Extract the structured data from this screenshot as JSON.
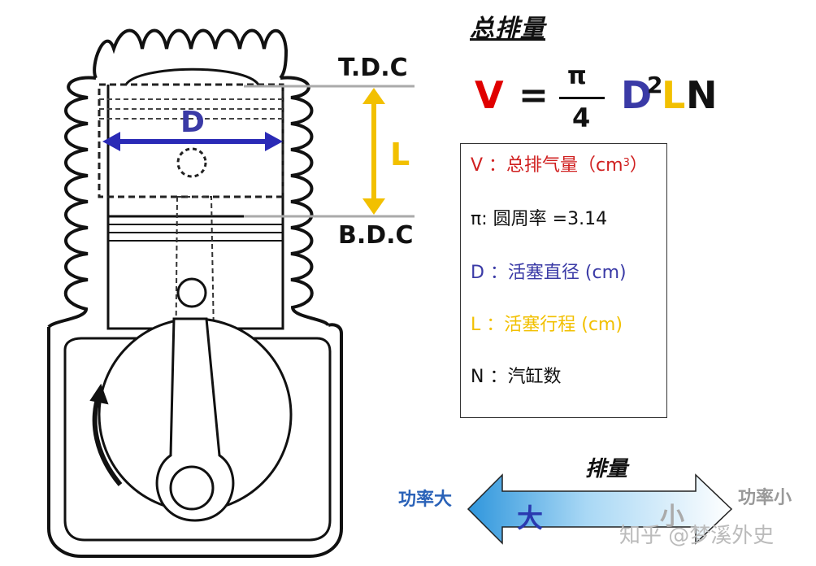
{
  "title": "总排量",
  "labels": {
    "tdc": "T.D.C",
    "bdc": "B.D.C",
    "d": "D",
    "l": "L"
  },
  "formula": {
    "v": "V",
    "eq": "=",
    "pi": "π",
    "four": "4",
    "d": "D",
    "exp": "2",
    "l": "L",
    "n": "N"
  },
  "legend": {
    "v_text": "V ：总排气量（cm",
    "v_sup": "3",
    "v_close": "）",
    "pi": "π: 圆周率 =3.14",
    "d": "D ：活塞直径 (cm)",
    "l": "L ：活塞行程 (cm)",
    "n": "N ：汽缸数"
  },
  "scale": {
    "displacement": "排量",
    "power_large": "功率大",
    "power_small": "功率小",
    "big": "大",
    "small": "小"
  },
  "watermark": "知乎 @梦溪外史",
  "colors": {
    "v": "#e00000",
    "d": "#3a3aa6",
    "l": "#f2c000",
    "arrow_left": "#3aa0e0",
    "arrow_right": "#ffffff"
  }
}
